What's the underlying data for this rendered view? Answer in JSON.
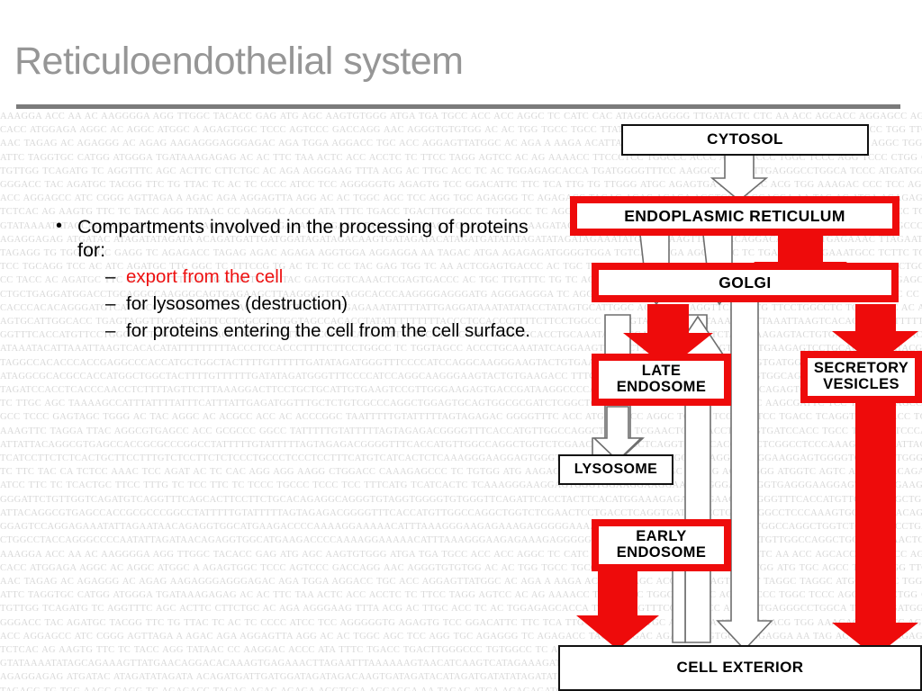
{
  "slide": {
    "title": "Reticuloendothelial system",
    "bullets": [
      {
        "level": 1,
        "marker": "•",
        "text": "Compartments involved in the processing of proteins for:",
        "color": "#000000"
      },
      {
        "level": 2,
        "marker": "–",
        "text": "export from the cell",
        "color": "#ee1111"
      },
      {
        "level": 2,
        "marker": "–",
        "text": "for lysosomes (destruction)",
        "color": "#000000"
      },
      {
        "level": 2,
        "marker": "–",
        "text": "for proteins entering the cell from the cell surface.",
        "color": "#000000"
      }
    ]
  },
  "colors": {
    "accent_red": "#ee0b0b",
    "title_gray": "#969696",
    "rule_gray": "#7b7b7b",
    "background_dna_gray": "#d8d8d8",
    "outline_black": "#111111",
    "arrow_white_fill": "#ffffff",
    "arrow_white_stroke": "#6e6e6e"
  },
  "diagram": {
    "name": "protein-trafficking-pathway",
    "nodes": [
      {
        "id": "cytosol",
        "label": "CYTOSOL",
        "border": "black",
        "fontsize": 17
      },
      {
        "id": "endoplasmic-reticulum",
        "label": "ENDOPLASMIC RETICULUM",
        "border": "red",
        "fontsize": 17.5
      },
      {
        "id": "golgi",
        "label": "GOLGI",
        "border": "red",
        "fontsize": 17.5
      },
      {
        "id": "late-endosome",
        "label": "LATE\nENDOSOME",
        "border": "red",
        "fontsize": 16.5
      },
      {
        "id": "secretory-vesicles",
        "label": "SECRETORY\nVESICLES",
        "border": "red",
        "fontsize": 16.5
      },
      {
        "id": "lysosome",
        "label": "LYSOSOME",
        "border": "black",
        "fontsize": 16
      },
      {
        "id": "early-endosome",
        "label": "EARLY\nENDOSOME",
        "border": "red",
        "fontsize": 16.5
      },
      {
        "id": "cell-exterior",
        "label": "CELL EXTERIOR",
        "border": "black",
        "fontsize": 17
      }
    ],
    "arrows": [
      {
        "from": "cytosol",
        "to": "endoplasmic-reticulum",
        "style": "white",
        "direction": "down"
      },
      {
        "from": "endoplasmic-reticulum",
        "to": "golgi",
        "style": "red",
        "direction": "down"
      },
      {
        "from": "golgi",
        "to": "endoplasmic-reticulum",
        "style": "white",
        "direction": "up"
      },
      {
        "from": "golgi",
        "to": "late-endosome",
        "style": "red",
        "direction": "down"
      },
      {
        "from": "late-endosome",
        "to": "golgi",
        "style": "white",
        "direction": "up"
      },
      {
        "from": "golgi",
        "to": "secretory-vesicles",
        "style": "red",
        "direction": "down"
      },
      {
        "from": "secretory-vesicles",
        "to": "cell-exterior",
        "style": "red",
        "direction": "down"
      },
      {
        "from": "late-endosome",
        "to": "lysosome",
        "style": "white",
        "direction": "down"
      },
      {
        "from": "cell-exterior",
        "to": "early-endosome",
        "style": "white",
        "direction": "up"
      },
      {
        "from": "early-endosome",
        "to": "late-endosome",
        "style": "white",
        "direction": "up"
      },
      {
        "from": "early-endosome",
        "to": "cell-exterior",
        "style": "red",
        "direction": "down"
      },
      {
        "from": "golgi",
        "to": "cell-exterior",
        "style": "white",
        "direction": "down"
      }
    ]
  },
  "background": {
    "type": "dna-sequence-watermark",
    "lines": [
      "AAAGGA ACC AA AC AAGGGGA AGG TTGGC TACACC GAG ATG AGC AAGTGTGGG ATGA TGA TGCC ACC ACC AGGC TC CATC CAC ATAGGGAGGGG TTGATACTC CTC AA ACC AGCACC AGGAGCC AGCC TATGG AAGC TGC",
      "CACC ATGGAGA AGGC AC AGGC ATGGC A AGAGTGGC TCCC AGTCCC GACCAGG AAC AGGGTGTGTGG AC AC TGG TGCC TGCC TTATTCATC AGTTC CTGG CACC TGG ATG TGC AGCC TATCC TGG TTCC TGG ATG TAC TAC AGGC",
      "AAC TAGAG AC AGAGGG AC AGAG AAGAGGGAGGGAGAC AGA TGGA AGGACC TGC ACC AGGAGTTATGGC AC AGA A AAGA ACATTAG AGC ACC AGGG AGTG AGT TAGGC TAGGC ATGGC AGGC TGG ATG TGC AGCC TATCC TGG",
      "ATTC TAGGTGC CATGG ATGGGA TGATAAAGAGAG AC AC TTC TAA ACTC ACC ACCTC TC TTCC TAGG AGTCC AC AG AAAACC TTCCCTCC TGGCCC ACCC AGG TCCCC TGGC TCCC AGG TCCC CTGG CAGAAGAGAC AGTC",
      "TGTTGG TCAGATG TC AGGTTTC AGC ACTTC CTTCTGC AC AGA AGGGAAG TTTA ACG AC TTGC ACC TC AC TGGAGAGCACCA TGATGGGGTTTCC AAGGCC AACT TTGAGGGCCTGGCA TCCC ATGATGG AAGACC TGGCA",
      "GGGACC TAC AGATGC TACGG TTC TG TTAC TC AC TC CCCC ATCC TCC AGGGGGTG AGAGTG TCC GGACATTC TTC TCA TTG TG TTGGG ATGC AGAGTGA ATGA TCC ACG TGG AAAGAC CCC TCC AGGACC TC AGGC ATT",
      "ACC AGGAGCC ATC CGGG AGTTAGA A AGAC AGA AGGAGTTA AGG AC AC TGGC AGC TCC AGG TGC AGAGGG TC AGAGACC TAGAG AGAC AGAGA AGGTGGA AGGAGGA AA TAG AC ATGA AGAGAGATGGGGTGGA",
      "TCTCAC AG AAGTG TTC TC TACC AGG TATAAC CC AAGGAC ACCC ATA TTTC TGACC TGACTTGGGCCC TGTGGCC TC AGGCC TTGTTGGTCAGG TGA AGGG AGG TTTATTGG CTCAGAGGAAAATGCC TC TTC TCC TTCC AGG",
      "GTATAAAATATAGCAGAAAGTTATGAACAGGACACAAAGTGAGAAACTTAGAATTTAAAAAAGTAACATCAAGTCATAGAAAGATAGGAGGTGGGGA GA AATGGCTAGGAAGTTA ACGTAGGTTC TCTGC AGGGCCC ATGAACG",
      "AGAGGAGAG ATGATAC ATAGATATAGATA ACAGATGATTGATGGATAGATAGACAAGTGATAGATACATAGATGATATATAGATATAGATAGAAATATGCAGAAAGTTATGAACAGGACAC AAAGTGAGAAAC TTAGAATTTAAA",
      "TAGAGG TG TGG AAGC GAGG TC AGAGACC TAGAG AGAC AGAGA AGGTGGA AGGAGGA AA TAGAC ATGA AGAGAGATGGGGTGGA TGTCAGG TGA AGGG AGC TC TGACCC AGGGAAATGCC TCTTC TCC TTCC AGGTCTATATG",
      "TCC TGCAGG TCC AC ATC AGATGC TTC GGC TC TTTCCG TG AC TC TC CC TAC GAG TGG TC AA ACTCGAGTGACCC AC TGC TTG TTTC TG TC AC AGG TG AGGGAGGGCC ATGAACGTAGGTTC TCTGC AGGGCCC AAGGTC AAG",
      "CC TACC AC AGATGC TTC GGC TC TTTCCG TG ACTCTC CC TAC GAGTGGTCAAACTCGAGTGACCC AC TGC TTGTTTC TG TC AC AGG TGAGGGAGGGATC AGGGCACAGGATCC AGGCACCC AAGGGAGCAGAACGAAGGCAAG",
      "CTGCTGAGGATGGACCTGCAGGCCAAGGGCAGTGAGAAGCTTAAGGGGTCCAGGCACCCAAGGGGAGGGATG AGGGAGGGA TC AGGGCAC AGGA CACACAGGGA TG TCA TCACC TGC AACCCC TAC AC CC TTTAC TTTTG TTTG",
      "CACCCACACAGGGATGTCATCACCTGCAACCCCTACACCCTTTACTTTTGTTTGAGAAATATTTTATTGAGGATAAATATATACCTATAGTGCATTGGC ACCTGAGTAGGTTCACCATG TTCCTGGCCTC TGGTAGCC AC ACC TGAGTAG",
      "AGTGCATTGGCACC TGAGTAGGTTCACCATGTTCCTGGCCTCTGGTAGCCACACCTATATTTTTTTTTACCCTCCACCCTTTTCTTCCTGGCC TCTGGTAGCCACCC ATAAATACATTAAATTAAGTCACACATATTTTTTTTTACCC",
      "GGTTTCACCATGTTCCTGGCCTCTGGTAGCCACACCTATATTTTTTTTTACCCTCCACCCTTTTCTTCCTGGCCTCTGGTAGCCACCTGCAAATATCAGGAAGTTTTTCTTTCTATGGAAGAGTACTGTGAAGAGTCCTGCACCAATC",
      "ATAAATACATTAAATTAAGTCACACATATTTTTTTTTACCCTCCACCCTTTTCTTCCTGGCC TC TGGTAGCC ACCCTGCAAATATCAGGAAGTTTTTCTTTCTATGGAAGAGTACTGTGAAGAGTCCTGCACCAATCATACGAGTGCAG",
      "TAGGCCACACCCACCGAGGCCCACCATGCTGGCTACTTTTGTTTTTTGATATAGATGGGTTTCCCCATCCAGGCAAGGGAAGTACTGTGAAGACCTTTCTCTCTATCATGGTCAGAGTGATGGTGGCAGCAGGCAAAGGGAAAGGTC",
      "ATAGGCGCACGCCACCATGGCTGGCTACTTTTGTTTTTTGATATAGATGGGTTTCCCCATCCAGGCAAGGGAAGTACTGTGAAGACC TTTC TC TC TATCATGGTCAGAGTGATGGTGGCAGCAGGCAAAGGGAAAGGTCAAAGTGGCC",
      "TAGATCCACCTCACCCAACCTCTTTTAGTTCTTTAAAGGACTTCCTGCTGCATTGTGAAGTCCGTTGGGAAGAGTGACCGATAAGGCCCCATCTCCCACCTTTCTCTCTATCATGGTCAGAGTGATGGTGGCAGCAGGCAAAGGGAAA",
      "TC TTGC AGC TAAAAGCCATTTATTTTATTTCATTTATTGAGATGGTTTGCTCTGTCGCCCAGGCTGGAGTGCAGTGGCGCGATCTCGGCTCACTGCAAGCTCCGCCTCCCGGGTTC AAGCGATTC TCC TGCC TC AGCC TCCC AAGTAG",
      "GCC TCCC GAGTAGC TGGG AC TAC AGGC AC ACGCC ACC AC ACCCGGC TAATTTTTGTATTTTTAGTAGAGAC GGGGTTTC ACC ATGTTGGCC AGGC TGGTC TCGAAC TCC TGACC TCAGGTGATCC ACC TGCC TCGGCC TCCC AAA",
      "AAAGTTC TAGGA TTAC AGGCGTGAGCC ACC GCGCCC GGCC TATTTTTGTATTTTTAGTAGAGACGGGGTTTCACCATGTTGGCCAGGCTGGTC TCGAACTCCTGACCTCAGGTGATCCACC TGCC TCGGCC TCCCAAAGTGCTGG",
      "ATTATTACAGGCGTGAGCCACCGCGCCCGGCCTATTTTTGTATTTTTAGTAGAGACGGGGTTTCACCATGTTGGCCAGGCTGGTCTCGAACTCCTGACCTCAGGTGATCCACCTGCCTCGGCCTCCCAAAGTGCTGGATTACAGGCGT",
      "TCATCCTTCTCTCACTGCTTCCTTTGTCTCCTTCTCTCCCTGCCCTCCCTCCTTTCATGTCATCACTCTCAAAGGGAAGGAGTGGGTGGAAGGAAGGAAGAAGGGAGAAGGTGAGGGAAGGAGTGGGGTGAAGGCTGGGATCTGAC",
      "TC TTC TAC CA TCTCC AAAC TCC AGAT AC TC CAC AGG AGG AAGG CTGGACC CAAAGAGCCC TC TGTGG ATG AAGAG GAGA TAAATTC TGGGGC TTGAG AG AGGGG ATGGTC AGTC AGGGACACAGAGC TGACACCCAGAG AC",
      "ATCC TTC TC TCACTGC TTCC TTTG TC TCC TTC TC TCCC TGCCC TCCC TCC TTTCATG TCATCACTC TCAAAGGGAAGGAGTGGGTGGAAGGAAGGAAGAAGGGAGAAGGTGAGGGAAGGAGTGGGGTGAAGGCTGGGATCTGAC",
      "GGGATTCTGTTGGTCAGATGTCAGGTTTCAGCACTTCCTTCTGCACAGAGGCAGGGTGTAGGTGGGGTGTGGGTTCAGATTCACCTACTTCACATGGAAAGAGAAGTGAAGGAAGGGTTTCACCATGTTGGCCAGGCTGGTCTCGAA",
      "ATTACAGGCGTGAGCCACCGCGCCCGGCCTATTTTTGTATTTTTAGTAGAGACGGGGTTTCACCATGTTGGCCAGGCTGGTCTCGAACTCCTGACCTCAGGTGATCCACCTGCCTCGGCCTCCCAAAGTGCTGGATTACAGGCGTGAG",
      "GGAGTCCAGGAGAAATATTAGAATAACAGAGGTGGCATGAAGACCCCAAAAGGAAAAACATTTAAAGGGAAGAGAAAGAGGGGGAAAAGTGAGTGAGTGGGTTTCACCATGTTGGCCAGGCTGGTCTCGAACTCCTGACCTCAGGTGA",
      "CTGGCCTACCAGGGCCCCAATATTAGATAACAGAGGTGGCATGAAGACCCCAAAAGGAAAAACATTTAAAGGGAAGAGAAAGAGGGGGAAAAGTGAGTGAGTGGGTTTCACCATGTTGGCCAGGCTGGTCTCGAACTCCTGACCTCAG"
    ]
  }
}
